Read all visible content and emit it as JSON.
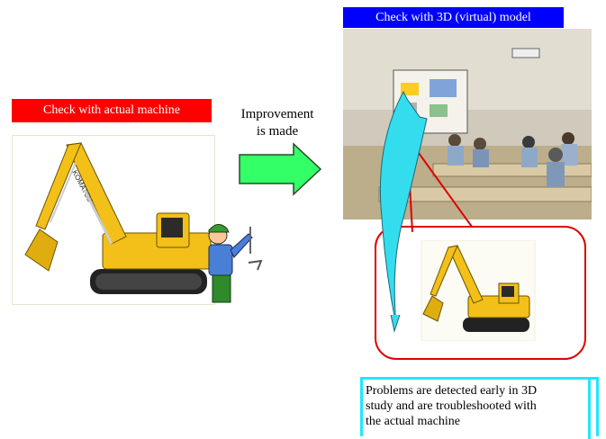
{
  "labels": {
    "actual_machine": "Check with actual machine",
    "virtual_model": "Check with 3D (virtual) model",
    "improvement_line1": "Improvement",
    "improvement_line2": "is made",
    "excavator_brand": "KOMATSU"
  },
  "note": {
    "line1": "Problems are detected early in 3D",
    "line2": "study and are troubleshooted with",
    "line3": "the actual machine"
  },
  "colors": {
    "red_label": "#ff0000",
    "blue_label": "#0000ff",
    "arrow_green": "#33ff66",
    "callout_cyan": "#22e6ff",
    "bubble_border": "#e00000",
    "machine_yellow": "#f2c018"
  }
}
